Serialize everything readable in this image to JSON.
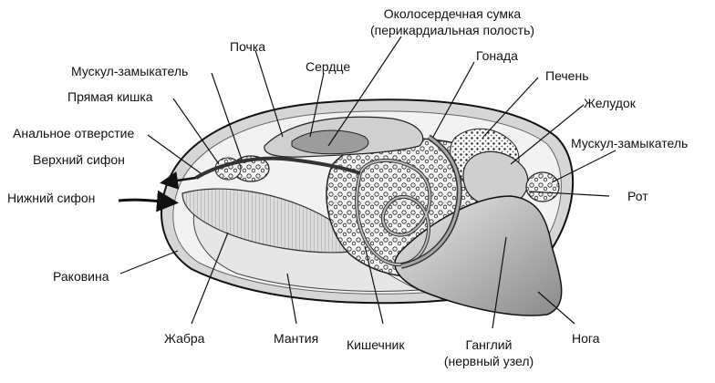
{
  "labels": {
    "pericardium_line1": "Околосердечная сумка",
    "pericardium_line2": "(перикардиальная полость)",
    "kidney": "Почка",
    "heart": "Сердце",
    "gonad": "Гонада",
    "adductor_top": "Мускул-замыкатель",
    "liver": "Печень",
    "rectum": "Прямая кишка",
    "stomach": "Желудок",
    "anal_opening": "Анальное отверстие",
    "adductor_right": "Мускул-замыкатель",
    "upper_siphon": "Верхний сифон",
    "mouth": "Рот",
    "lower_siphon": "Нижний сифон",
    "shell": "Раковина",
    "gill": "Жабра",
    "mantle": "Мантия",
    "intestine": "Кишечник",
    "ganglion_line1": "Ганглий",
    "ganglion_line2": "(нервный узел)",
    "foot": "Нога"
  }
}
